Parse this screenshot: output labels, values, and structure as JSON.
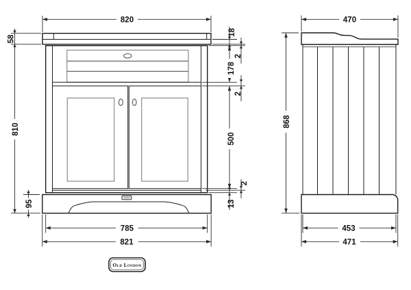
{
  "brand_badge": {
    "label": "Old London"
  },
  "colors": {
    "ink": "#1b1b1b",
    "background": "#ffffff",
    "recess_line": "#8a8a8a"
  },
  "front_view": {
    "width_top": "820",
    "worktop_height": "58",
    "cabinet_height": "810",
    "plinth_height": "95",
    "worktop_thickness": "18",
    "gap_1": "2",
    "drawer_front_height": "178",
    "gap_2": "2",
    "door_height": "500",
    "gap_3": "2",
    "bottom_rail_height": "13",
    "cabinet_width": "785",
    "overall_width": "821"
  },
  "side_view": {
    "depth_top": "470",
    "overall_height": "868",
    "panel_depth": "453",
    "overall_depth": "471"
  }
}
